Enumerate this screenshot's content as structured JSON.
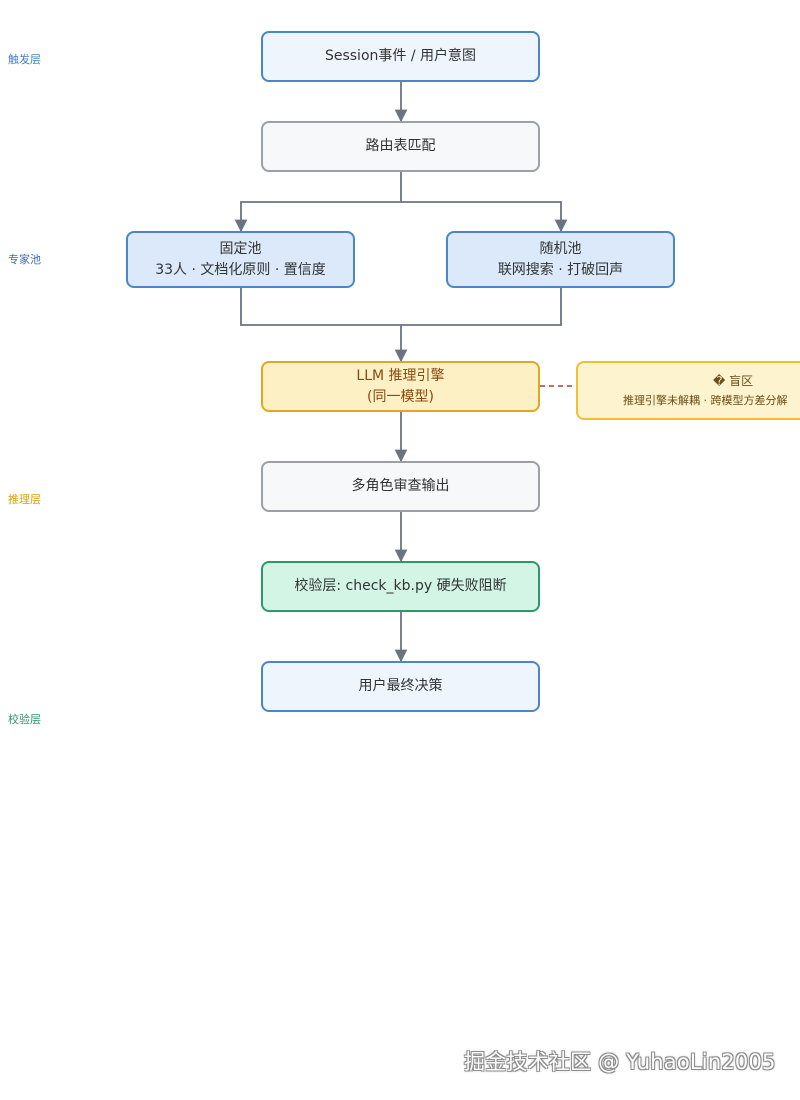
{
  "diagram": {
    "layers": [
      {
        "id": "trigger",
        "label": "触发层",
        "color": "#4a7fc1"
      },
      {
        "id": "experts",
        "label": "专家池",
        "color": "#3f6ea8"
      },
      {
        "id": "reasoning",
        "label": "推理层",
        "color": "#d4a017"
      },
      {
        "id": "verify",
        "label": "校验层",
        "color": "#2a9a6a"
      }
    ],
    "nodes": {
      "session": {
        "lines": [
          "Session事件 / 用户意图"
        ],
        "fill": "#eef5fd",
        "border": "#4a86c8",
        "text": "#333333"
      },
      "router": {
        "lines": [
          "路由表匹配"
        ],
        "fill": "#f7f8fa",
        "border": "#9aa0a6",
        "text": "#333333"
      },
      "fixed_pool": {
        "lines": [
          "固定池",
          "33人 · 文档化原则 · 置信度"
        ],
        "fill": "#dbe9fa",
        "border": "#4a86c8",
        "text": "#333333"
      },
      "random_pool": {
        "lines": [
          "随机池",
          "联网搜索 · 打破回声"
        ],
        "fill": "#dbe9fa",
        "border": "#4a86c8",
        "text": "#333333"
      },
      "llm_engine": {
        "lines": [
          "LLM 推理引擎",
          "(同一模型)"
        ],
        "fill": "#fdf0c4",
        "border": "#e0a820",
        "text": "#8a4a10"
      },
      "blind_spot": {
        "lines": [
          "� 盲区",
          "推理引擎未解耦 · 跨模型方差分解"
        ],
        "fill": "#fdf3cf",
        "border": "#f0c030",
        "text": "#6b4e16"
      },
      "multi_role": {
        "lines": [
          "多角色审查输出"
        ],
        "fill": "#f7f8fa",
        "border": "#9aa0a6",
        "text": "#333333"
      },
      "check": {
        "lines": [
          "校验层: check_kb.py 硬失败阻断"
        ],
        "fill": "#d3f5e6",
        "border": "#2a9a6a",
        "text": "#333333"
      },
      "final": {
        "lines": [
          "用户最终决策"
        ],
        "fill": "#eef5fd",
        "border": "#4a86c8",
        "text": "#333333"
      }
    },
    "edges": [
      {
        "from": "session",
        "to": "router",
        "style": "solid"
      },
      {
        "from": "router",
        "to": "fixed_pool",
        "style": "solid"
      },
      {
        "from": "router",
        "to": "random_pool",
        "style": "solid"
      },
      {
        "from": "fixed_pool",
        "to": "llm_engine",
        "style": "solid"
      },
      {
        "from": "random_pool",
        "to": "llm_engine",
        "style": "solid"
      },
      {
        "from": "llm_engine",
        "to": "multi_role",
        "style": "solid"
      },
      {
        "from": "llm_engine",
        "to": "blind_spot",
        "style": "dashed"
      },
      {
        "from": "multi_role",
        "to": "check",
        "style": "solid"
      },
      {
        "from": "check",
        "to": "final",
        "style": "solid"
      }
    ],
    "colors": {
      "edge": "#6a7480",
      "dashed_edge": "#c0392b"
    }
  },
  "watermark": "掘金技术社区 @ YuhaoLin2005"
}
